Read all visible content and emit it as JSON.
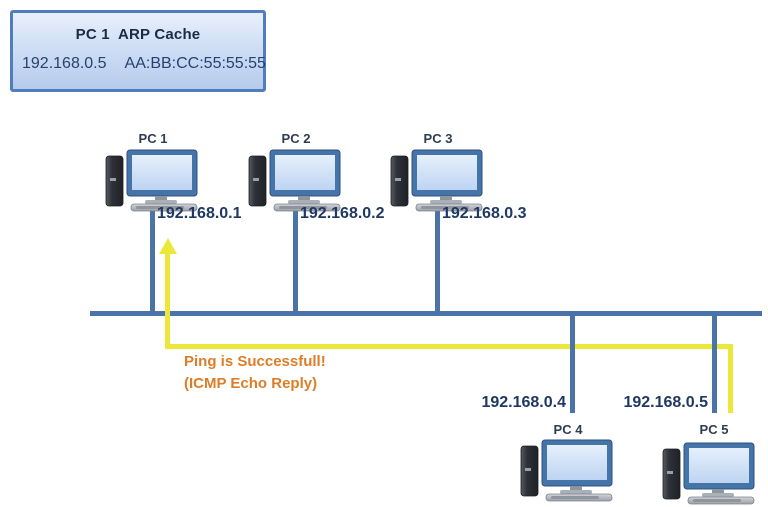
{
  "arp_box": {
    "title": "PC 1  ARP Cache",
    "entry_ip": "192.168.0.5",
    "entry_mac": "AA:BB:CC:55:55:55"
  },
  "pcs": [
    {
      "name": "PC 1",
      "ip": "192.168.0.1"
    },
    {
      "name": "PC 2",
      "ip": "192.168.0.2"
    },
    {
      "name": "PC 3",
      "ip": "192.168.0.3"
    },
    {
      "name": "PC 4",
      "ip": "192.168.0.4"
    },
    {
      "name": "PC 5",
      "ip": "192.168.0.5"
    }
  ],
  "annotation": {
    "line1": "Ping is Successfull!",
    "line2": "(ICMP Echo Reply)"
  },
  "colors": {
    "bus_line": "#4a74a8",
    "reply_line": "#ece73b",
    "annotation_text": "#dd7d28",
    "ip_text": "#1f3864",
    "arp_box_border": "#4f7dbd"
  }
}
